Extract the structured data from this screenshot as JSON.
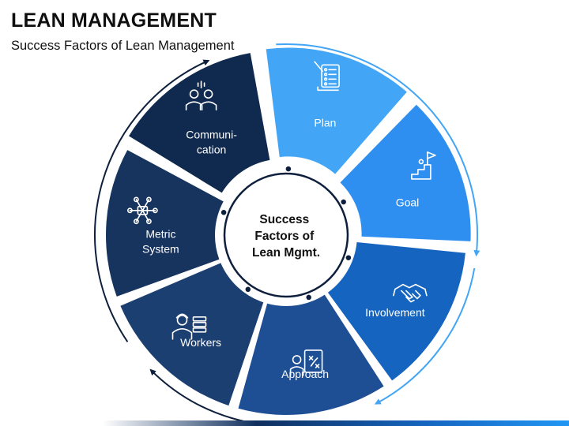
{
  "slide": {
    "title": "LEAN MANAGEMENT",
    "subtitle": "Success Factors of Lean Management"
  },
  "center": {
    "lines": [
      "Success",
      "Factors of",
      "Lean Mgmt."
    ]
  },
  "colors": {
    "arrow_light": "#42a5f5",
    "arrow_dark": "#0d1f3c",
    "dot": "#0d1f3c"
  },
  "segments": [
    {
      "id": "plan",
      "lines": [
        "Plan"
      ],
      "icon": "checklist-icon",
      "color": "#42a5f5"
    },
    {
      "id": "goal",
      "lines": [
        "Goal"
      ],
      "icon": "goal-flag-icon",
      "color": "#2f8ff0"
    },
    {
      "id": "involvement",
      "lines": [
        "Involvement"
      ],
      "icon": "handshake-icon",
      "color": "#1565c0"
    },
    {
      "id": "approach",
      "lines": [
        "Approach"
      ],
      "icon": "strategy-board-icon",
      "color": "#1e4f94"
    },
    {
      "id": "workers",
      "lines": [
        "Workers"
      ],
      "icon": "worker-icon",
      "color": "#1c3f72"
    },
    {
      "id": "metric-system",
      "lines": [
        "Metric",
        "System"
      ],
      "icon": "network-icon",
      "color": "#17345f"
    },
    {
      "id": "communication",
      "lines": [
        "Communi-",
        "cation"
      ],
      "icon": "communication-icon",
      "color": "#0f2a4e"
    }
  ]
}
